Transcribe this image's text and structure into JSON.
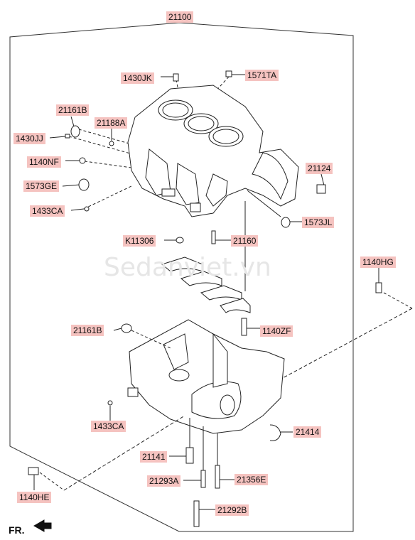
{
  "watermark": "Sedanviet.vn",
  "direction_label": "FR.",
  "colors": {
    "label_bg": "#f5c3c0",
    "line": "#222222",
    "part_fill": "#ffffff"
  },
  "labels": {
    "l21100": "21100",
    "l1430JK": "1430JK",
    "l1571TA": "1571TA",
    "l21161B_top": "21161B",
    "l21188A": "21188A",
    "l1430JJ": "1430JJ",
    "l1140NF": "1140NF",
    "l21124": "21124",
    "l1573GE": "1573GE",
    "l1433CA_top": "1433CA",
    "l1573JL": "1573JL",
    "lK11306": "K11306",
    "l21160": "21160",
    "l1140HG": "1140HG",
    "l21161B_bot": "21161B",
    "l1140ZF": "1140ZF",
    "l1433CA_bot": "1433CA",
    "l21414": "21414",
    "l21141": "21141",
    "l21293A": "21293A",
    "l21356E": "21356E",
    "l1140HE": "1140HE",
    "l21292B": "21292B"
  }
}
